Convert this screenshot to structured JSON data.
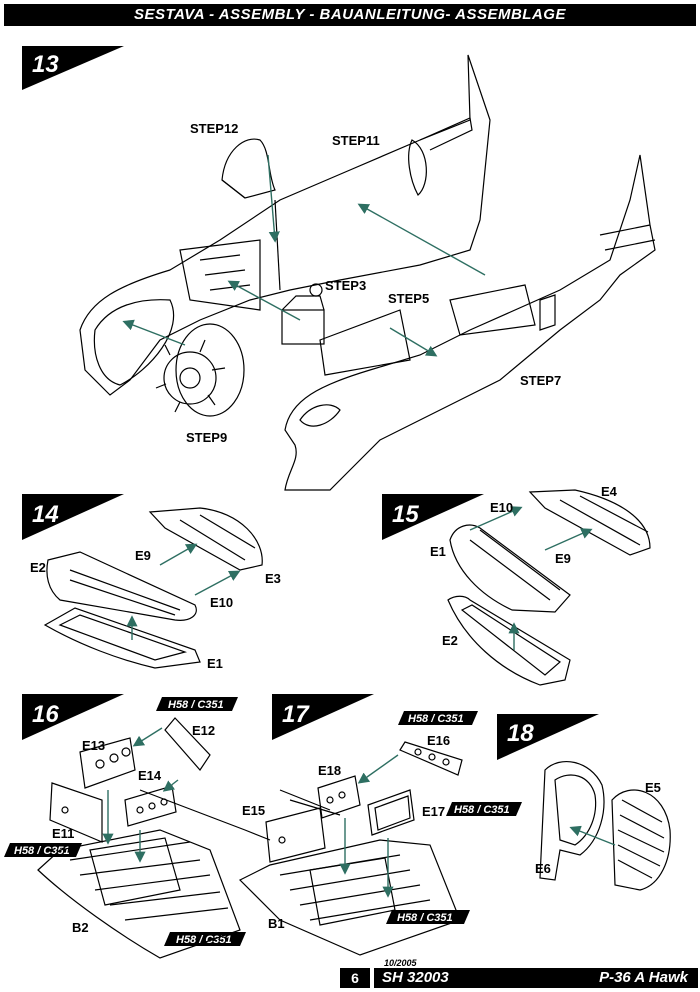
{
  "header": {
    "title": "SESTAVA -  ASSEMBLY - BAUANLEITUNG- ASSEMBLAGE"
  },
  "steps": {
    "s13": {
      "number": "13",
      "labels": {
        "step12": "STEP12",
        "step11": "STEP11",
        "step3": "STEP3",
        "step5": "STEP5",
        "step7": "STEP7",
        "step9": "STEP9"
      }
    },
    "s14": {
      "number": "14",
      "labels": {
        "e9": "E9",
        "e2": "E2",
        "e3": "E3",
        "e10": "E10",
        "e1": "E1"
      }
    },
    "s15": {
      "number": "15",
      "labels": {
        "e10": "E10",
        "e4": "E4",
        "e1": "E1",
        "e9": "E9",
        "e2": "E2"
      }
    },
    "s16": {
      "number": "16",
      "labels": {
        "code_top": "H58 / C351",
        "e12": "E12",
        "e13": "E13",
        "e14": "E14",
        "e11": "E11",
        "code_left": "H58 / C351",
        "b2": "B2",
        "code_bottom": "H58 / C351"
      }
    },
    "s17": {
      "number": "17",
      "labels": {
        "code_top": "H58 / C351",
        "e16": "E16",
        "e18": "E18",
        "e15": "E15",
        "e17": "E17",
        "code_right": "H58 / C351",
        "b1": "B1",
        "code_bottom": "H58 / C351"
      }
    },
    "s18": {
      "number": "18",
      "labels": {
        "e5": "E5",
        "e6": "E6"
      }
    }
  },
  "footer": {
    "date": "10/2005",
    "page": "6",
    "kit_code": "SH 32003",
    "model": "P-36 A Hawk"
  },
  "colors": {
    "arrow": "#2e6f62",
    "ink": "#000000",
    "paper": "#ffffff"
  }
}
